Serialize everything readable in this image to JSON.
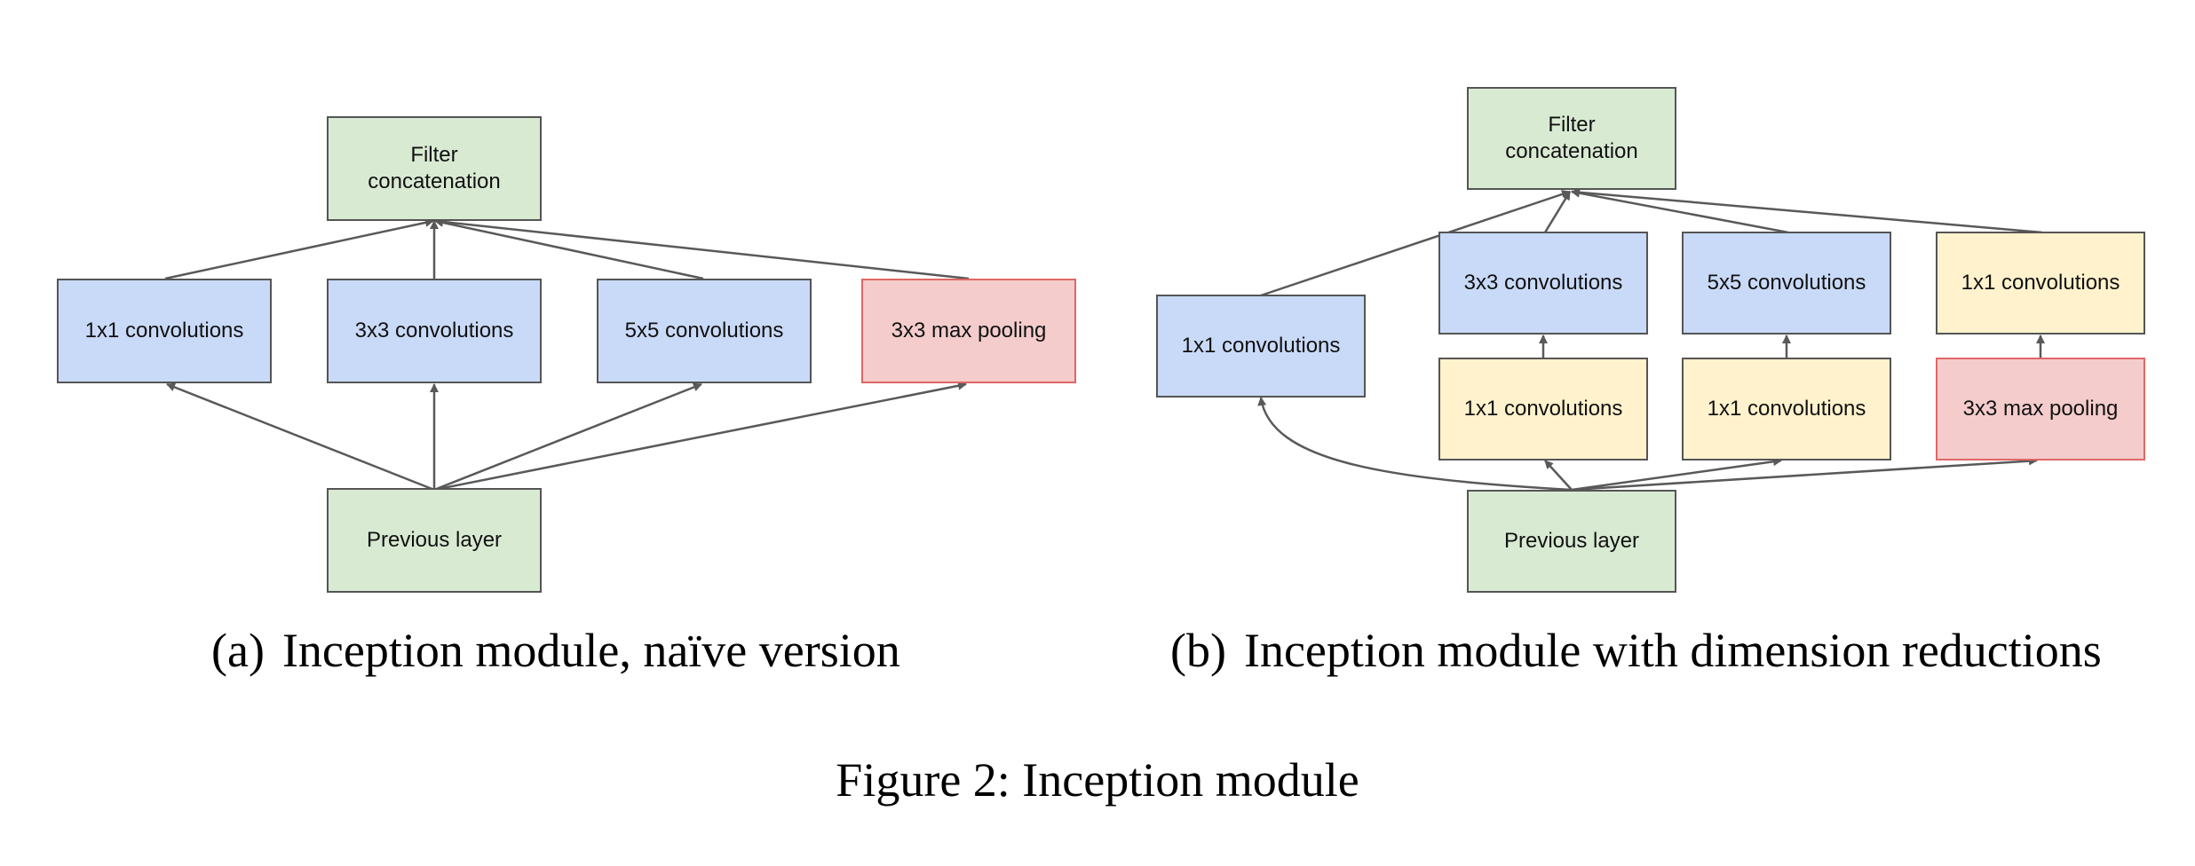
{
  "colors": {
    "green": "#d9ead3",
    "blue": "#c9daf8",
    "yellow": "#fff2cc",
    "red": "#f4cccc",
    "red_border": "#e06666",
    "edge": "#595959"
  },
  "panel_a": {
    "concat_label": "Filter\nconcatenation",
    "conv1x1": "1x1 convolutions",
    "conv3x3": "3x3 convolutions",
    "conv5x5": "5x5 convolutions",
    "pool": "3x3 max pooling",
    "previous": "Previous layer",
    "caption_letter": "(a)",
    "caption_text": "Inception module, naïve version"
  },
  "panel_b": {
    "concat_label": "Filter\nconcatenation",
    "conv1x1_direct": "1x1 convolutions",
    "conv3x3": "3x3 convolutions",
    "conv5x5": "5x5 convolutions",
    "conv1x1_after_pool": "1x1 convolutions",
    "reduce_before_3x3": "1x1 convolutions",
    "reduce_before_5x5": "1x1 convolutions",
    "pool": "3x3 max pooling",
    "previous": "Previous layer",
    "caption_letter": "(b)",
    "caption_text": "Inception module with dimension reductions"
  },
  "figure_caption": "Figure 2: Inception module"
}
